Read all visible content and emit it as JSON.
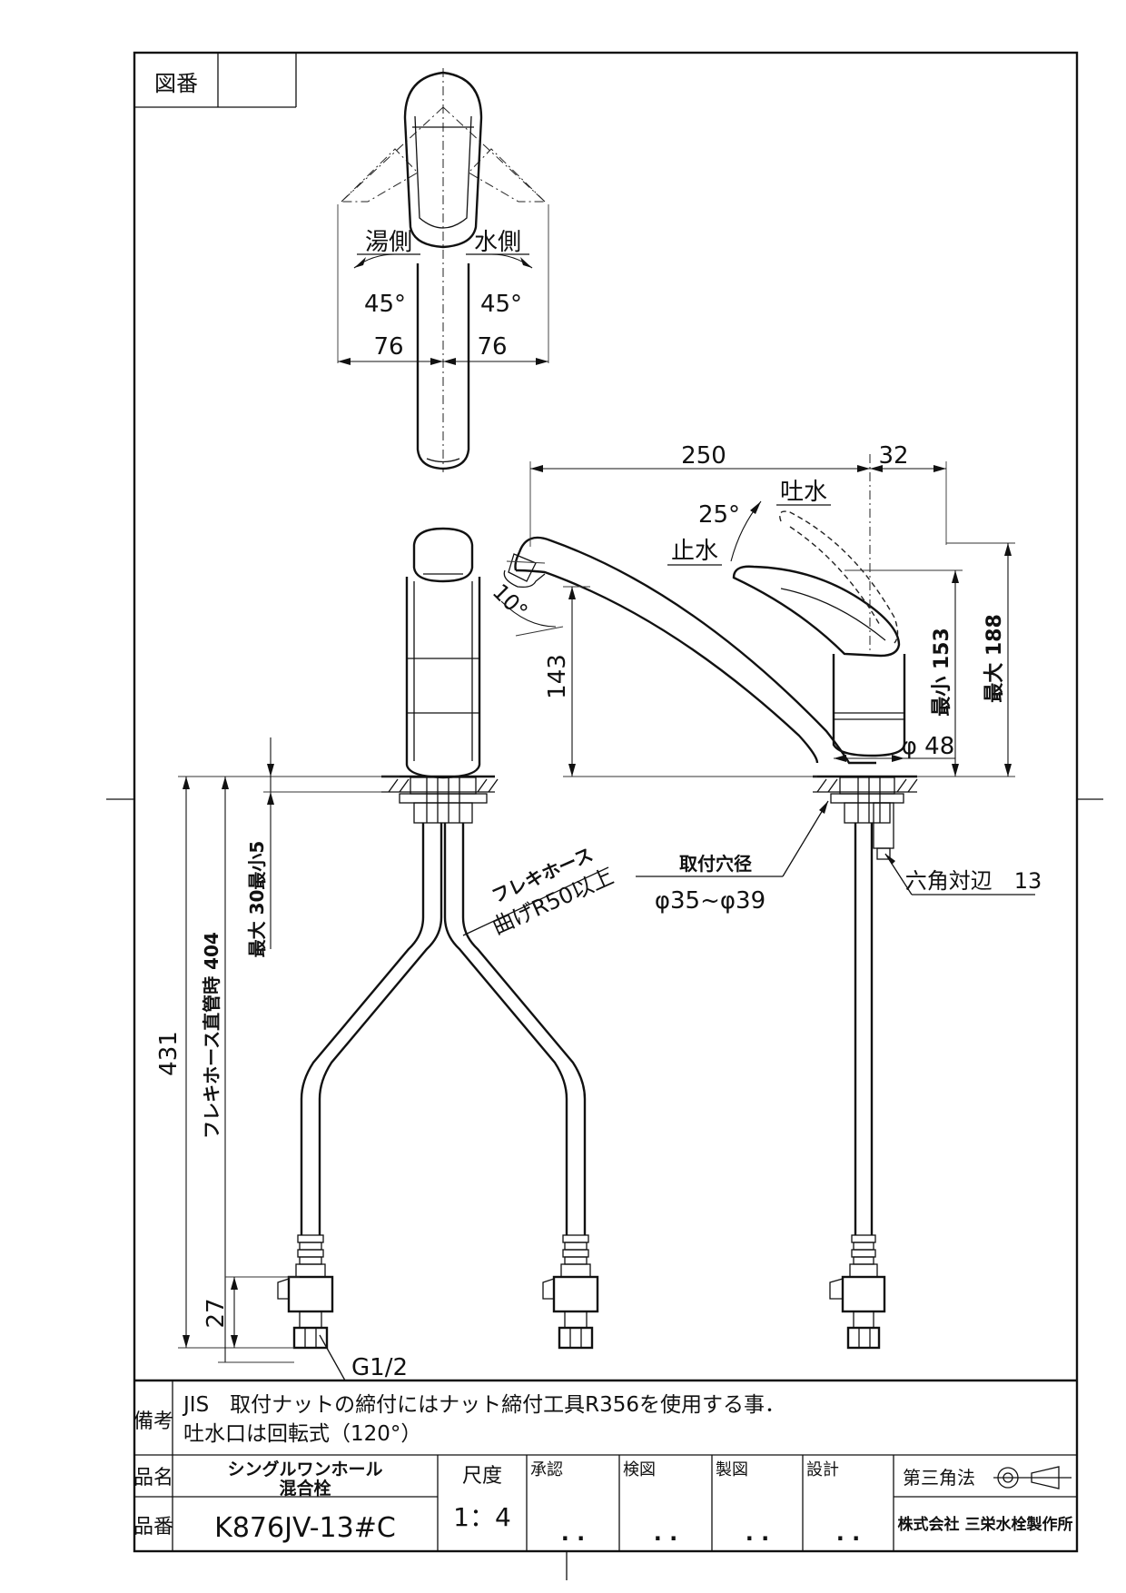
{
  "title_block": {
    "drawing_no_label": "図番",
    "remarks_label": "備考",
    "remarks_line1": "JIS　取付ナットの締付にはナット締付工具R356を使用する事．",
    "remarks_line2": "吐水口は回転式（120°）",
    "product_name_label": "品名",
    "product_name_1": "シングルワンホール",
    "product_name_2": "混合栓",
    "product_no_label": "品番",
    "product_no": "K876JV-13#C",
    "scale_label": "尺度",
    "scale": "1：4",
    "approve_label": "承認",
    "check_label": "検図",
    "draw_label": "製図",
    "design_label": "設計",
    "date_placeholder": ".  .",
    "projection_label": "第三角法",
    "company": "株式会社 三栄水栓製作所"
  },
  "top_view": {
    "hot_label": "湯側",
    "cold_label": "水側",
    "hot_angle": "45°",
    "cold_angle": "45°",
    "hot_width": "76",
    "cold_width": "76"
  },
  "side_view": {
    "spout_length": "250",
    "lever_offset": "32",
    "lever_angle": "25°",
    "spout_on_label": "吐水",
    "spout_off_label": "止水",
    "spout_tilt": "10°",
    "spout_height": "143",
    "min_height": "最小 153",
    "max_height": "最大 188",
    "body_diameter": "φ 48",
    "hex_label": "六角対辺　13",
    "hole_label": "取付穴径",
    "hole_range": "φ35~φ39"
  },
  "front_view": {
    "hose_label": "フレキホース",
    "bend_label": "曲げR50以上",
    "total_length": "431",
    "hose_length": "フレキホース直管時 404",
    "thickness": "最大 30最小5",
    "thread_height": "27",
    "thread_label": "G1/2"
  }
}
